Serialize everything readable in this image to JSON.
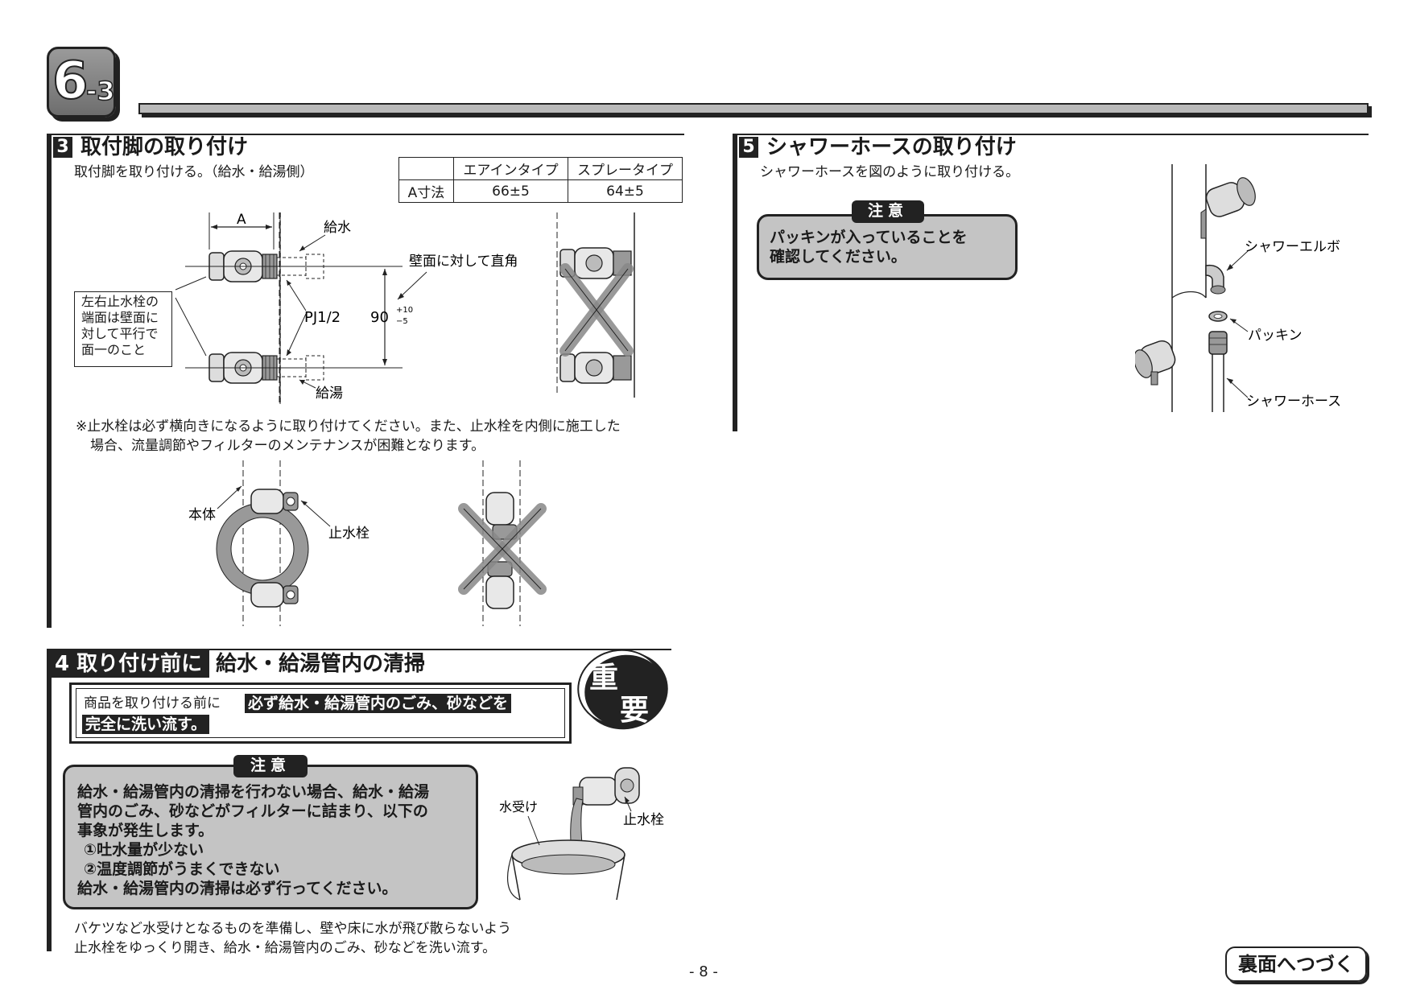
{
  "header": {
    "badge_main": "6",
    "badge_sub": "-3"
  },
  "section3": {
    "number": "3",
    "title": "取付脚の取り付け",
    "instruction": "取付脚を取り付ける。（給水・給湯側）",
    "table": {
      "headers": [
        "",
        "エアインタイプ",
        "スプレータイプ"
      ],
      "rows": [
        [
          "A寸法",
          "66±5",
          "64±5"
        ]
      ]
    },
    "labels": {
      "dim_a": "A",
      "supply_cold": "給水",
      "supply_hot": "給湯",
      "perpendicular": "壁面に対して直角",
      "thread": "PJ1/2",
      "spacing": "90",
      "tol_plus": "+10",
      "tol_minus": "−5",
      "callout": [
        "左右止水栓の",
        "端面は壁面に",
        "対して平行で",
        "面一のこと"
      ],
      "body": "本体",
      "stop_valve": "止水栓"
    },
    "note_line1": "※止水栓は必ず横向きになるように取り付けてください。また、止水栓を内側に施工した",
    "note_line2": "場合、流量調節やフィルターのメンテナンスが困難となります。"
  },
  "section4": {
    "number": "4",
    "title_prefix": "取り付け前に",
    "title": "給水・給湯管内の清掃",
    "important_badge": [
      "重",
      "要"
    ],
    "notice_lead": "商品を取り付ける前に",
    "notice_em1": "必ず給水・給湯管内のごみ、砂などを",
    "notice_em2": "完全に洗い流す。",
    "caution_tag": "注意",
    "caution_lines": [
      "給水・給湯管内の清掃を行わない場合、給水・給湯",
      "管内のごみ、砂などがフィルターに詰まり、以下の",
      "事象が発生します。",
      "①吐水量が少ない",
      "②温度調節がうまくできない",
      "給水・給湯管内の清掃は必ず行ってください。"
    ],
    "labels": {
      "water_receiver": "水受け",
      "stop_valve": "止水栓"
    },
    "body_line1": "バケツなど水受けとなるものを準備し、壁や床に水が飛び散らないよう",
    "body_line2": "止水栓をゆっくり開き、給水・給湯管内のごみ、砂などを洗い流す。"
  },
  "section5": {
    "number": "5",
    "title": "シャワーホースの取り付け",
    "instruction": "シャワーホースを図のように取り付ける。",
    "caution_tag": "注意",
    "caution_lines": [
      "パッキンが入っていることを",
      "確認してください。"
    ],
    "labels": {
      "shower_elbow": "シャワーエルボ",
      "packing": "パッキン",
      "shower_hose": "シャワーホース"
    }
  },
  "footer": {
    "page": "- 8 -",
    "continue": "裏面へつづく"
  }
}
